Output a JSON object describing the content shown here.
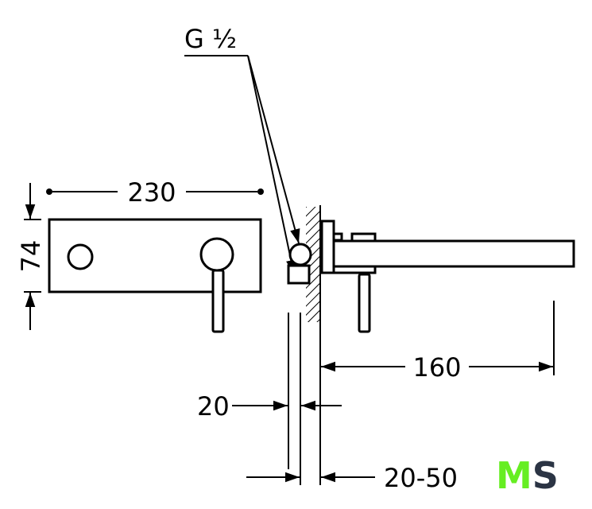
{
  "labels": {
    "thread": "G ½",
    "width": "230",
    "height": "74",
    "spout_length": "160",
    "wall_offset": "20",
    "wall_range": "20-50"
  },
  "logo": {
    "text_m": "M",
    "text_s": "S",
    "color_m": "#66ee22",
    "color_s": "#2b3444"
  }
}
